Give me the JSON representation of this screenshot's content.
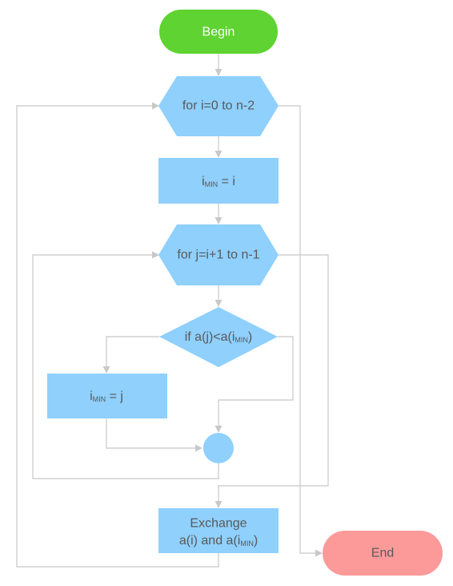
{
  "colors": {
    "start_fill": "#5fd331",
    "end_fill": "#fc9a9a",
    "process_fill": "#8fd0fd",
    "connector": "#c8c8c8",
    "text": "#595959",
    "start_text": "#ffffff"
  },
  "nodes": {
    "begin": {
      "label": "Begin"
    },
    "outer_loop": {
      "label": "for i=0 to n-2"
    },
    "init_min": {
      "main": "i",
      "sub": "MIN",
      "rest": " = i"
    },
    "inner_loop": {
      "label": "for j=i+1 to n-1"
    },
    "decision": {
      "prefix": "if a(j)<a(i",
      "sub": "MIN",
      "suffix": ")"
    },
    "update_min": {
      "main": "i",
      "sub": "MIN",
      "rest": " = j"
    },
    "exchange": {
      "line1": "Exchange",
      "line2_prefix": "a(i) and a(i",
      "line2_sub": "MIN",
      "line2_suffix": ")"
    },
    "end": {
      "label": "End"
    }
  }
}
